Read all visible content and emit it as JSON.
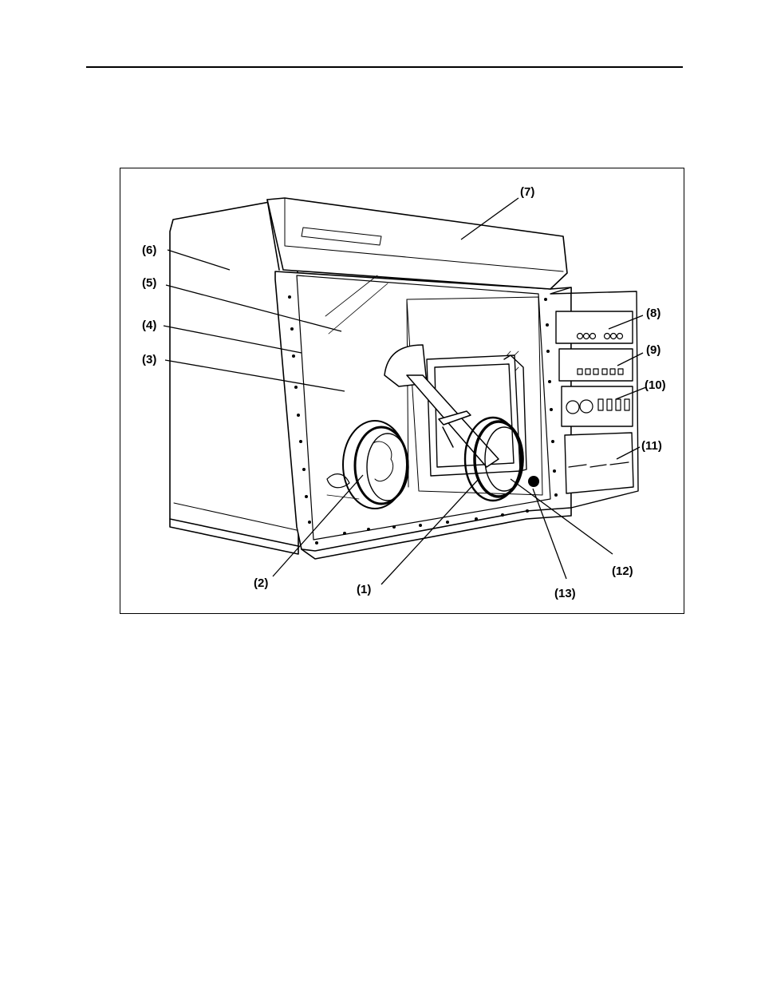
{
  "figure": {
    "callouts": [
      {
        "id": "1",
        "label": "(1)"
      },
      {
        "id": "2",
        "label": "(2)"
      },
      {
        "id": "3",
        "label": "(3)"
      },
      {
        "id": "4",
        "label": "(4)"
      },
      {
        "id": "5",
        "label": "(5)"
      },
      {
        "id": "6",
        "label": "(6)"
      },
      {
        "id": "7",
        "label": "(7)"
      },
      {
        "id": "8",
        "label": "(8)"
      },
      {
        "id": "9",
        "label": "(9)"
      },
      {
        "id": "10",
        "label": "(10)"
      },
      {
        "id": "11",
        "label": "(11)"
      },
      {
        "id": "12",
        "label": "(12)"
      },
      {
        "id": "13",
        "label": "(13)"
      }
    ],
    "ink_color": "#000000",
    "paper_color": "#ffffff"
  }
}
